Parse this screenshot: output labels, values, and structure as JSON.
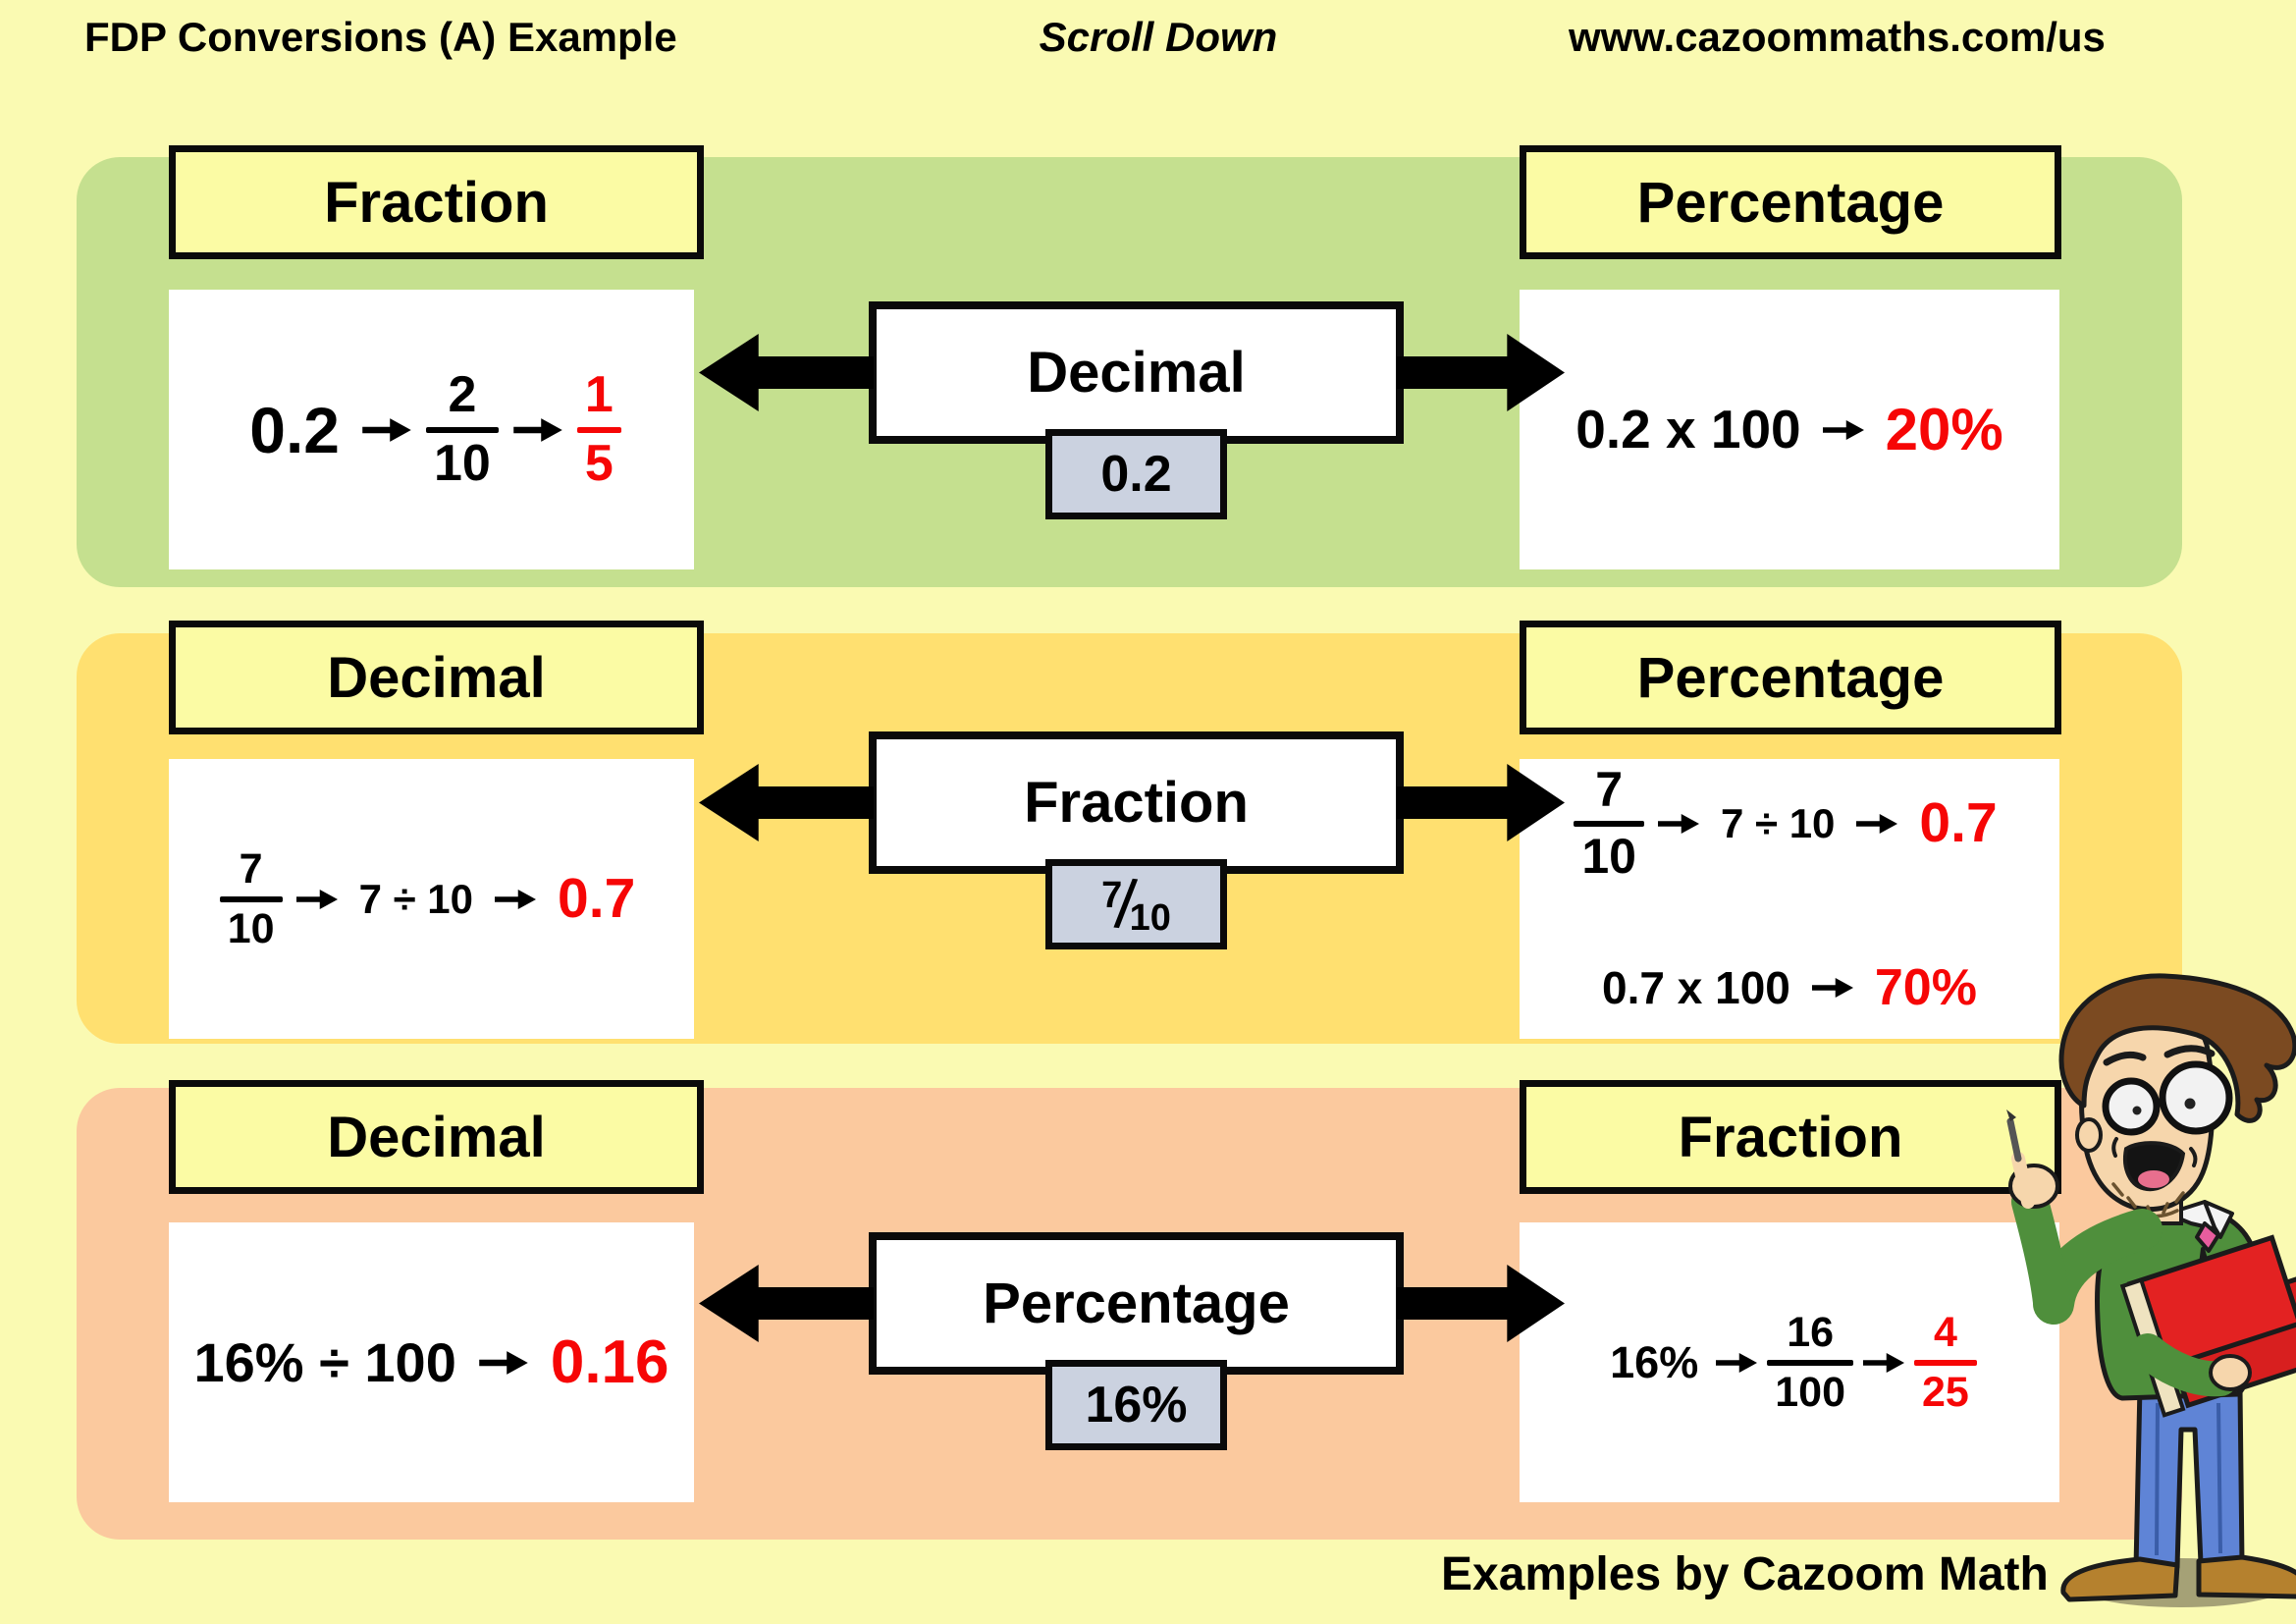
{
  "header": {
    "title": "FDP Conversions (A) Example",
    "note": "Scroll Down",
    "website": "www.cazoommaths.com/us"
  },
  "footer": {
    "credit": "Examples by Cazoom Math"
  },
  "colors": {
    "page_bg": "#FAFAB2",
    "label_bg": "#FBFBA4",
    "chip_bg": "#CBD2E0",
    "highlight_red": "#F60606",
    "arrow_black": "#000000"
  },
  "rows": [
    {
      "band_color": "#C5E08F",
      "left": {
        "label": "Fraction",
        "lines": [
          [
            {
              "t": "text",
              "v": "0.2"
            },
            {
              "t": "arrow"
            },
            {
              "t": "frac",
              "n": "2",
              "d": "10"
            },
            {
              "t": "arrow"
            },
            {
              "t": "frac",
              "n": "1",
              "d": "5",
              "red": true
            }
          ]
        ]
      },
      "center": {
        "label": "Decimal",
        "chip": {
          "t": "text",
          "v": "0.2"
        }
      },
      "right": {
        "label": "Percentage",
        "lines": [
          [
            {
              "t": "text",
              "v": "0.2 x 100"
            },
            {
              "t": "arrow"
            },
            {
              "t": "text",
              "v": "20%",
              "red": true
            }
          ]
        ]
      }
    },
    {
      "band_color": "#FFE070",
      "left": {
        "label": "Decimal",
        "lines": [
          [
            {
              "t": "frac",
              "n": "7",
              "d": "10"
            },
            {
              "t": "arrow"
            },
            {
              "t": "text",
              "v": "7 ÷ 10"
            },
            {
              "t": "arrow"
            },
            {
              "t": "text",
              "v": "0.7",
              "red": true
            }
          ]
        ]
      },
      "center": {
        "label": "Fraction",
        "chip": {
          "t": "skewfrac",
          "n": "7",
          "d": "10"
        }
      },
      "right": {
        "label": "Percentage",
        "lines": [
          [
            {
              "t": "frac",
              "n": "7",
              "d": "10"
            },
            {
              "t": "arrow"
            },
            {
              "t": "text",
              "v": "7 ÷ 10"
            },
            {
              "t": "arrow"
            },
            {
              "t": "text",
              "v": "0.7",
              "red": true
            }
          ],
          [
            {
              "t": "text",
              "v": "0.7 x 100"
            },
            {
              "t": "arrow"
            },
            {
              "t": "text",
              "v": "70%",
              "red": true
            }
          ]
        ]
      }
    },
    {
      "band_color": "#FBC99E",
      "left": {
        "label": "Decimal",
        "lines": [
          [
            {
              "t": "text",
              "v": "16% ÷ 100"
            },
            {
              "t": "arrow"
            },
            {
              "t": "text",
              "v": "0.16",
              "red": true
            }
          ]
        ]
      },
      "center": {
        "label": "Percentage",
        "chip": {
          "t": "text",
          "v": "16%"
        }
      },
      "right": {
        "label": "Fraction",
        "lines": [
          [
            {
              "t": "text",
              "v": "16%"
            },
            {
              "t": "arrow"
            },
            {
              "t": "frac",
              "n": "16",
              "d": "100"
            },
            {
              "t": "arrow"
            },
            {
              "t": "frac",
              "n": "4",
              "d": "25",
              "red": true
            }
          ]
        ]
      }
    }
  ]
}
